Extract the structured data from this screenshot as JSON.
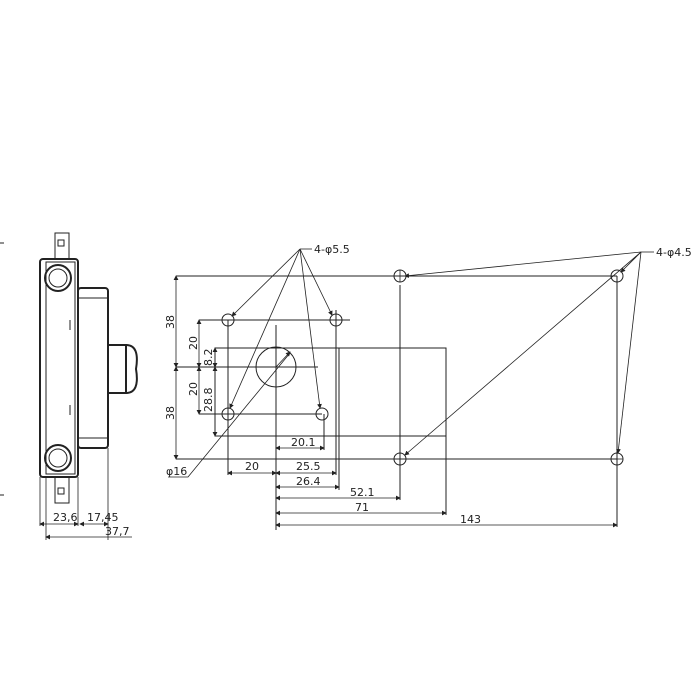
{
  "callouts": {
    "holes_small": "4-φ5.5",
    "holes_large": "4-φ4.5",
    "center_hole": "φ16"
  },
  "side_view": {
    "dim_a": "23,6",
    "dim_b": "17,45",
    "dim_total": "37,7"
  },
  "vertical_dims": {
    "upper_38": "38",
    "lower_38": "38",
    "upper_20": "20",
    "lower_20": "20",
    "d_8_2": "8.2",
    "d_28_8": "28.8"
  },
  "horizontal_dims": {
    "d_20_1": "20.1",
    "d_20": "20",
    "d_25_5": "25.5",
    "d_26_4": "26.4",
    "d_52_1": "52.1",
    "d_71": "71",
    "d_143": "143"
  },
  "colors": {
    "line": "#222222",
    "background": "#ffffff"
  }
}
